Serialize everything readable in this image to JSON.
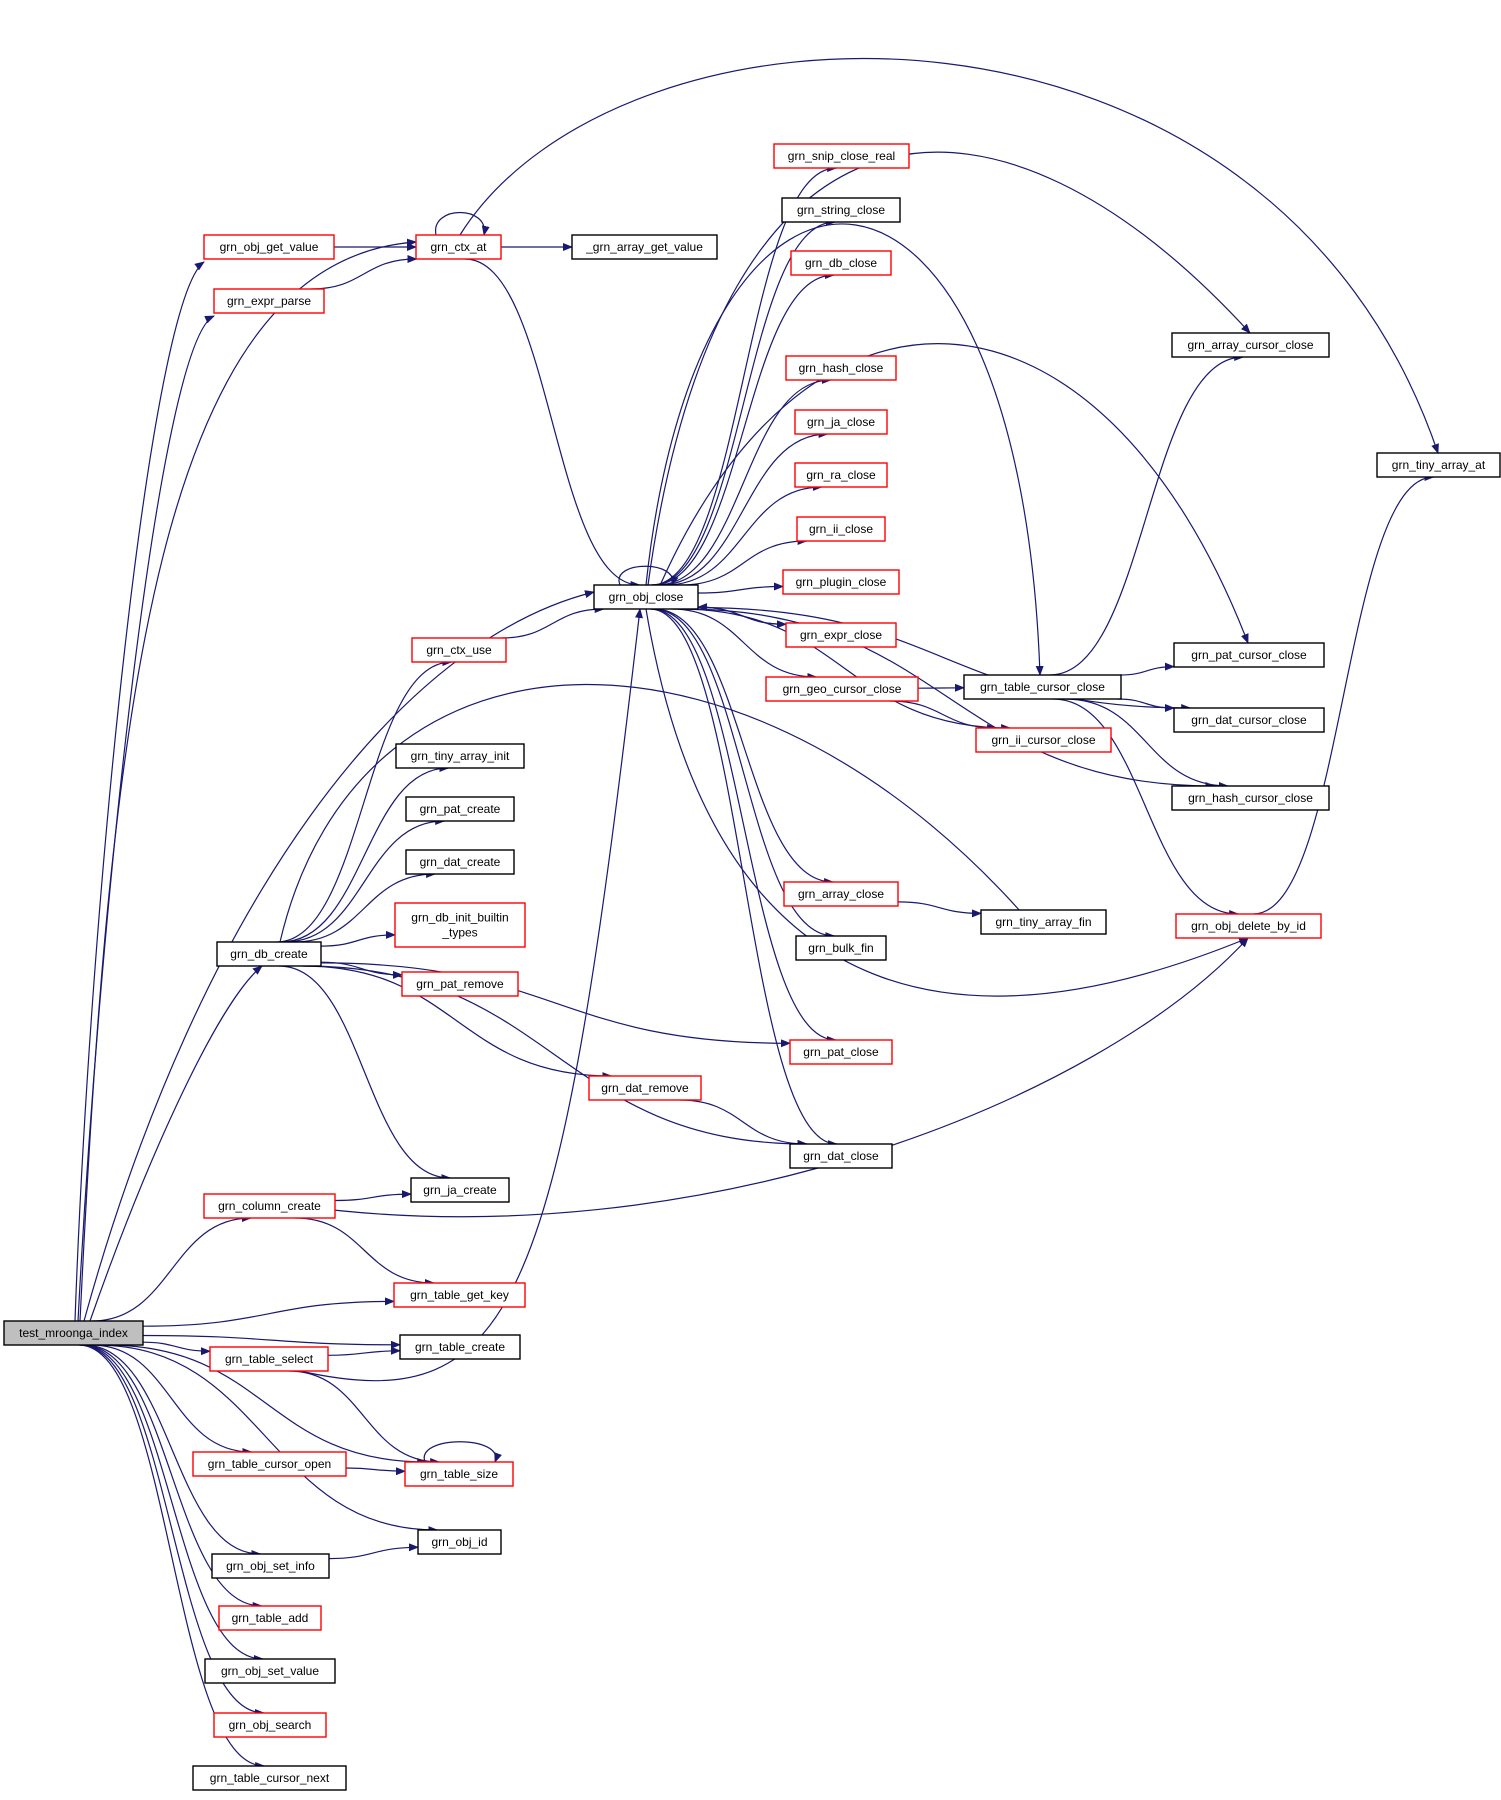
{
  "colors": {
    "edge": "#191970",
    "border_link": "#ff0000",
    "border_plain": "#000000",
    "fill_root": "#bfbfbf",
    "fill_node": "#ffffff"
  },
  "nodes": [
    {
      "id": "test_mroonga_index",
      "lines": [
        "test_mroonga_index"
      ],
      "style": "root"
    },
    {
      "id": "grn_obj_get_value",
      "lines": [
        "grn_obj_get_value"
      ],
      "style": "red"
    },
    {
      "id": "grn_expr_parse",
      "lines": [
        "grn_expr_parse"
      ],
      "style": "red"
    },
    {
      "id": "grn_ctx_at",
      "lines": [
        "grn_ctx_at"
      ],
      "style": "red"
    },
    {
      "id": "_grn_array_get_value",
      "lines": [
        "_grn_array_get_value"
      ],
      "style": "black"
    },
    {
      "id": "grn_snip_close_real",
      "lines": [
        "grn_snip_close_real"
      ],
      "style": "red"
    },
    {
      "id": "grn_string_close",
      "lines": [
        "grn_string_close"
      ],
      "style": "black"
    },
    {
      "id": "grn_db_close",
      "lines": [
        "grn_db_close"
      ],
      "style": "red"
    },
    {
      "id": "grn_hash_close",
      "lines": [
        "grn_hash_close"
      ],
      "style": "red"
    },
    {
      "id": "grn_ja_close",
      "lines": [
        "grn_ja_close"
      ],
      "style": "red"
    },
    {
      "id": "grn_ra_close",
      "lines": [
        "grn_ra_close"
      ],
      "style": "red"
    },
    {
      "id": "grn_ii_close",
      "lines": [
        "grn_ii_close"
      ],
      "style": "red"
    },
    {
      "id": "grn_plugin_close",
      "lines": [
        "grn_plugin_close"
      ],
      "style": "red"
    },
    {
      "id": "grn_obj_close",
      "lines": [
        "grn_obj_close"
      ],
      "style": "black"
    },
    {
      "id": "grn_expr_close",
      "lines": [
        "grn_expr_close"
      ],
      "style": "red"
    },
    {
      "id": "grn_ctx_use",
      "lines": [
        "grn_ctx_use"
      ],
      "style": "red"
    },
    {
      "id": "grn_geo_cursor_close",
      "lines": [
        "grn_geo_cursor_close"
      ],
      "style": "red"
    },
    {
      "id": "grn_table_cursor_close",
      "lines": [
        "grn_table_cursor_close"
      ],
      "style": "black"
    },
    {
      "id": "grn_ii_cursor_close",
      "lines": [
        "grn_ii_cursor_close"
      ],
      "style": "red"
    },
    {
      "id": "grn_array_cursor_close",
      "lines": [
        "grn_array_cursor_close"
      ],
      "style": "black"
    },
    {
      "id": "grn_tiny_array_at",
      "lines": [
        "grn_tiny_array_at"
      ],
      "style": "black"
    },
    {
      "id": "grn_pat_cursor_close",
      "lines": [
        "grn_pat_cursor_close"
      ],
      "style": "black"
    },
    {
      "id": "grn_dat_cursor_close",
      "lines": [
        "grn_dat_cursor_close"
      ],
      "style": "black"
    },
    {
      "id": "grn_hash_cursor_close",
      "lines": [
        "grn_hash_cursor_close"
      ],
      "style": "black"
    },
    {
      "id": "grn_tiny_array_init",
      "lines": [
        "grn_tiny_array_init"
      ],
      "style": "black"
    },
    {
      "id": "grn_pat_create",
      "lines": [
        "grn_pat_create"
      ],
      "style": "black"
    },
    {
      "id": "grn_dat_create",
      "lines": [
        "grn_dat_create"
      ],
      "style": "black"
    },
    {
      "id": "grn_db_init_builtin_types",
      "lines": [
        "grn_db_init_builtin",
        "_types"
      ],
      "style": "red"
    },
    {
      "id": "grn_db_create",
      "lines": [
        "grn_db_create"
      ],
      "style": "black"
    },
    {
      "id": "grn_pat_remove",
      "lines": [
        "grn_pat_remove"
      ],
      "style": "red"
    },
    {
      "id": "grn_array_close",
      "lines": [
        "grn_array_close"
      ],
      "style": "red"
    },
    {
      "id": "grn_tiny_array_fin",
      "lines": [
        "grn_tiny_array_fin"
      ],
      "style": "black"
    },
    {
      "id": "grn_bulk_fin",
      "lines": [
        "grn_bulk_fin"
      ],
      "style": "black"
    },
    {
      "id": "grn_obj_delete_by_id",
      "lines": [
        "grn_obj_delete_by_id"
      ],
      "style": "red"
    },
    {
      "id": "grn_pat_close",
      "lines": [
        "grn_pat_close"
      ],
      "style": "red"
    },
    {
      "id": "grn_dat_remove",
      "lines": [
        "grn_dat_remove"
      ],
      "style": "red"
    },
    {
      "id": "grn_dat_close",
      "lines": [
        "grn_dat_close"
      ],
      "style": "black"
    },
    {
      "id": "grn_column_create",
      "lines": [
        "grn_column_create"
      ],
      "style": "red"
    },
    {
      "id": "grn_ja_create",
      "lines": [
        "grn_ja_create"
      ],
      "style": "black"
    },
    {
      "id": "grn_table_get_key",
      "lines": [
        "grn_table_get_key"
      ],
      "style": "red"
    },
    {
      "id": "grn_table_create",
      "lines": [
        "grn_table_create"
      ],
      "style": "black"
    },
    {
      "id": "grn_table_select",
      "lines": [
        "grn_table_select"
      ],
      "style": "red"
    },
    {
      "id": "grn_table_cursor_open",
      "lines": [
        "grn_table_cursor_open"
      ],
      "style": "red"
    },
    {
      "id": "grn_table_size",
      "lines": [
        "grn_table_size"
      ],
      "style": "red"
    },
    {
      "id": "grn_obj_id",
      "lines": [
        "grn_obj_id"
      ],
      "style": "black"
    },
    {
      "id": "grn_obj_set_info",
      "lines": [
        "grn_obj_set_info"
      ],
      "style": "black"
    },
    {
      "id": "grn_table_add",
      "lines": [
        "grn_table_add"
      ],
      "style": "red"
    },
    {
      "id": "grn_obj_set_value",
      "lines": [
        "grn_obj_set_value"
      ],
      "style": "black"
    },
    {
      "id": "grn_obj_search",
      "lines": [
        "grn_obj_search"
      ],
      "style": "red"
    },
    {
      "id": "grn_table_cursor_next",
      "lines": [
        "grn_table_cursor_next"
      ],
      "style": "black"
    }
  ],
  "edges": [
    [
      "test_mroonga_index",
      "grn_obj_get_value"
    ],
    [
      "test_mroonga_index",
      "grn_expr_parse"
    ],
    [
      "test_mroonga_index",
      "grn_ctx_at"
    ],
    [
      "test_mroonga_index",
      "grn_obj_close"
    ],
    [
      "test_mroonga_index",
      "grn_db_create"
    ],
    [
      "test_mroonga_index",
      "grn_column_create"
    ],
    [
      "test_mroonga_index",
      "grn_table_get_key"
    ],
    [
      "test_mroonga_index",
      "grn_table_create"
    ],
    [
      "test_mroonga_index",
      "grn_table_select"
    ],
    [
      "test_mroonga_index",
      "grn_table_cursor_open"
    ],
    [
      "test_mroonga_index",
      "grn_table_size"
    ],
    [
      "test_mroonga_index",
      "grn_obj_id"
    ],
    [
      "test_mroonga_index",
      "grn_obj_set_info"
    ],
    [
      "test_mroonga_index",
      "grn_table_add"
    ],
    [
      "test_mroonga_index",
      "grn_obj_set_value"
    ],
    [
      "test_mroonga_index",
      "grn_obj_search"
    ],
    [
      "test_mroonga_index",
      "grn_table_cursor_next"
    ],
    [
      "grn_obj_get_value",
      "grn_ctx_at"
    ],
    [
      "grn_expr_parse",
      "grn_ctx_at"
    ],
    [
      "grn_ctx_at",
      "grn_ctx_at"
    ],
    [
      "grn_ctx_at",
      "_grn_array_get_value"
    ],
    [
      "grn_ctx_at",
      "grn_obj_close"
    ],
    [
      "grn_ctx_at",
      "grn_tiny_array_at"
    ],
    [
      "grn_obj_close",
      "grn_obj_close"
    ],
    [
      "grn_obj_close",
      "grn_snip_close_real"
    ],
    [
      "grn_obj_close",
      "grn_string_close"
    ],
    [
      "grn_obj_close",
      "grn_db_close"
    ],
    [
      "grn_obj_close",
      "grn_hash_close"
    ],
    [
      "grn_obj_close",
      "grn_ja_close"
    ],
    [
      "grn_obj_close",
      "grn_ra_close"
    ],
    [
      "grn_obj_close",
      "grn_ii_close"
    ],
    [
      "grn_obj_close",
      "grn_plugin_close"
    ],
    [
      "grn_obj_close",
      "grn_expr_close"
    ],
    [
      "grn_obj_close",
      "grn_geo_cursor_close"
    ],
    [
      "grn_obj_close",
      "grn_table_cursor_close"
    ],
    [
      "grn_obj_close",
      "grn_ii_cursor_close"
    ],
    [
      "grn_obj_close",
      "grn_array_cursor_close"
    ],
    [
      "grn_obj_close",
      "grn_pat_cursor_close"
    ],
    [
      "grn_obj_close",
      "grn_dat_cursor_close"
    ],
    [
      "grn_obj_close",
      "grn_hash_cursor_close"
    ],
    [
      "grn_obj_close",
      "grn_array_close"
    ],
    [
      "grn_obj_close",
      "grn_bulk_fin"
    ],
    [
      "grn_obj_close",
      "grn_obj_delete_by_id"
    ],
    [
      "grn_obj_close",
      "grn_pat_close"
    ],
    [
      "grn_obj_close",
      "grn_dat_close"
    ],
    [
      "grn_expr_close",
      "grn_obj_close"
    ],
    [
      "grn_ctx_use",
      "grn_obj_close"
    ],
    [
      "grn_geo_cursor_close",
      "grn_table_cursor_close"
    ],
    [
      "grn_geo_cursor_close",
      "grn_ii_cursor_close"
    ],
    [
      "grn_table_cursor_close",
      "grn_array_cursor_close"
    ],
    [
      "grn_table_cursor_close",
      "grn_pat_cursor_close"
    ],
    [
      "grn_table_cursor_close",
      "grn_dat_cursor_close"
    ],
    [
      "grn_table_cursor_close",
      "grn_hash_cursor_close"
    ],
    [
      "grn_table_cursor_close",
      "grn_obj_delete_by_id"
    ],
    [
      "grn_obj_delete_by_id",
      "grn_tiny_array_at"
    ],
    [
      "grn_array_close",
      "grn_tiny_array_fin"
    ],
    [
      "grn_db_create",
      "grn_ctx_use"
    ],
    [
      "grn_db_create",
      "grn_tiny_array_init"
    ],
    [
      "grn_db_create",
      "grn_pat_create"
    ],
    [
      "grn_db_create",
      "grn_dat_create"
    ],
    [
      "grn_db_create",
      "grn_db_init_builtin_types"
    ],
    [
      "grn_db_create",
      "grn_pat_remove"
    ],
    [
      "grn_db_create",
      "grn_pat_close"
    ],
    [
      "grn_db_create",
      "grn_dat_remove"
    ],
    [
      "grn_db_create",
      "grn_dat_close"
    ],
    [
      "grn_db_create",
      "grn_ja_create"
    ],
    [
      "grn_db_create",
      "grn_tiny_array_fin"
    ],
    [
      "grn_dat_remove",
      "grn_dat_close"
    ],
    [
      "grn_column_create",
      "grn_ja_create"
    ],
    [
      "grn_column_create",
      "grn_table_get_key"
    ],
    [
      "grn_column_create",
      "grn_obj_delete_by_id"
    ],
    [
      "grn_table_select",
      "grn_table_create"
    ],
    [
      "grn_table_select",
      "grn_table_size"
    ],
    [
      "grn_table_select",
      "grn_obj_close"
    ],
    [
      "grn_table_cursor_open",
      "grn_table_size"
    ],
    [
      "grn_table_size",
      "grn_table_size"
    ],
    [
      "grn_obj_set_info",
      "grn_obj_id"
    ]
  ]
}
